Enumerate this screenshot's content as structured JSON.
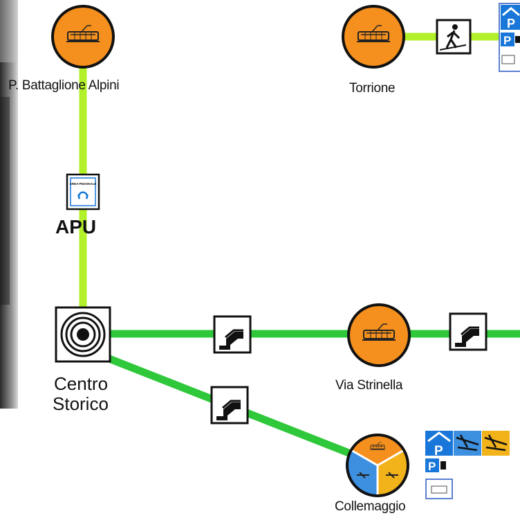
{
  "colors": {
    "line_lime": "#b2f02a",
    "line_green": "#2fc83a",
    "station_orange": "#f5901e",
    "parking_blue": "#1877d8",
    "airport_yellow": "#f2b21a"
  },
  "stations": {
    "battaglione": "P. Battaglione Alpini",
    "torrione": "Torrione",
    "apu": "APU",
    "centro": [
      "Centro",
      "Storico"
    ],
    "strinella": "Via Strinella",
    "collemaggio": "Collemaggio"
  },
  "icons": {
    "parking_letter": "P",
    "apu_sign_text": "AREA PEDONALE",
    "station_icon": "tram-icon",
    "centro_icon": "target-icon",
    "connection_icon": "escalator-icon",
    "pedestrian_icon": "walking-icon",
    "parking_icon": "parking-icon",
    "airplane_icon": "airplane-icon"
  }
}
